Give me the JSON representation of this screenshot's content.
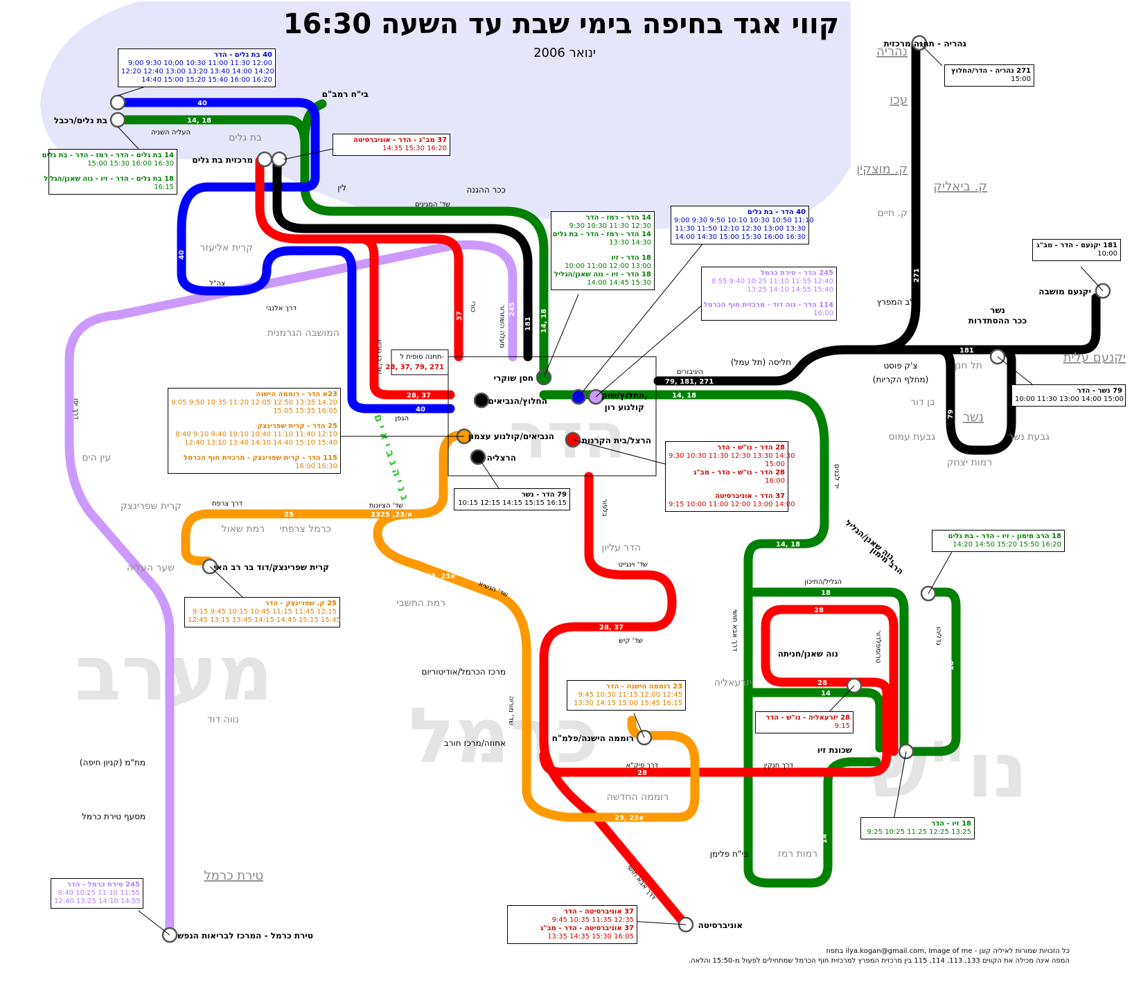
{
  "title": "קווי אגד בחיפה בימי שבת עד השעה 16:30",
  "subtitle": "ינואר 2006",
  "colors": {
    "line_40": "#0000ff",
    "line_14_18": "#008000",
    "line_28_37": "#ff0000",
    "line_black": "#000000",
    "line_245": "#cc99ff",
    "line_23_25": "#ff9900",
    "bay_bg": "#e6e6fa"
  },
  "districts": {
    "hadar": "הדר",
    "carmel": "כרמל",
    "maarav": "מערב",
    "neve_shaanan": "נו\"ש",
    "neviim_garden": "ג נ י  ה נ ב י א י ם"
  },
  "towns": [
    "נהריה",
    "עכו",
    "ק. מוצקין",
    "ק. ביאליק",
    "יקנעם עלית",
    "נשר",
    "טירת כרמל"
  ],
  "neighborhoods": [
    "בת גלים",
    "קרית אליעזר",
    "המושבה הגרמנית",
    "עין הים",
    "קרית שפרינצק",
    "רמת שאול",
    "כרמל צרפתי",
    "שער העליה",
    "רמת התשבי",
    "הדר עליון",
    "נווה דוד",
    "רוממה החדשה",
    "יזרעאליה",
    "רמות רמז",
    "ק. חיים",
    "תל חנן",
    "בן דור",
    "גבעת עמוס",
    "גבעת נשר",
    "רמות יצחק"
  ],
  "stations": {
    "bat_galim_rakal": "בת גלים/רכבל",
    "bat_galim_central": "מרכזית בת גלים",
    "rambam": "בי\"ח רמב\"ם",
    "lin": "לין",
    "kikar_hahagana": "ככר ההגנה",
    "hasan_shukri": "חסן שוקרי",
    "halutz_neviim": "החלוץ/הנביאים",
    "halutz_shuk": "החלוץ/שוק,",
    "kolnoa_ron": "קולנוע רון",
    "neviim_atzmon": "הנביאים/קולנוע עצמון",
    "herzl_keranot": "הרצל/בית הקרנות",
    "herzliya": "הרצליה",
    "terminal_note": "תחנה סופית ל-",
    "kiryat_sprinzak": "קרית שפרינצק/דוד בר רב האי",
    "merkaz_carmel": "מרכז הכרמל/אודיטוריום",
    "ahuza": "אחוזה/מרכז חורב",
    "romema": "רוממה הישנה/פלמ\"ח",
    "university": "אוניברסיטה",
    "nahariya_central": "נהריה - תחנה מרכזית",
    "lev_hamifratz": "לב המפרץ",
    "checkpost": "צ'ק פוסט",
    "checkpost_sub": "(מחלף הקריות)",
    "halisa": "חליסה (תל עמל)",
    "yokneam_moshava": "יקנעם מושבה",
    "nesher_kikar": "נשר",
    "nesher_kikar2": "ככר ההסתדרות",
    "neve_shaanan_hanita": "נוה שאנן/חניתה",
    "shkhunat_ziv": "שכונת זיו",
    "neve_shaanan_galil": "נוה שאנן/הגליל,",
    "harav_mimon": "הרב מימון",
    "fliman": "בי\"ח פלימן",
    "matam": "מת\"מ (קניון חיפה)",
    "tirat_carmel_junction": "מסעף טירת כרמל",
    "tirat_carmel_mental": "טירת כרמל - המרכז לבריאות הנפש"
  },
  "streets": [
    "העליה השניה",
    "שד' המגינים",
    "צה\"ל",
    "דרך אלנבי",
    "שד' בן גוריון",
    "כורי",
    "מעלה השחרור",
    "הגפן",
    "היגיבורים",
    "דרך צרפת",
    "שד' הציונות",
    "שד' הנשיא",
    "בלפור",
    "שד' וינגייט",
    "שד' קיש",
    "שד' מוריה",
    "דרך פיק\"א",
    "דרך חנקין",
    "דרך אבא חושי",
    "יד לבנים",
    "הגליל/התיכון",
    "טרומפלדור",
    "גדליהו",
    "דרך אבא חושי",
    "דרך יפו"
  ],
  "line_labels": {
    "l40": "40",
    "l14_18": "14, 18",
    "l28_37": "28, 37",
    "l37": "37",
    "l245": "245",
    "l25": "25",
    "l23_25": "23א/23, 25",
    "l23": "23, 23א",
    "l181": "181",
    "l271": "271",
    "l79": "79",
    "l18": "18",
    "l14": "14",
    "l28": "28",
    "l181_14_18": "14, 18",
    "black_lines": "79, 181, 271",
    "term_lines": "28, 37, 79, 271"
  },
  "timetables": {
    "t40_bg": {
      "head": "40 בת גלים - הדר",
      "rows": [
        "9:00 9:30 10:00 10:30 11:00 11:30 12:00",
        "12:20 12:40 13:00 13:20 13:40 14:00 14:20",
        "14:40 15:00 15:20 15:40 16:00 16:20"
      ]
    },
    "t14_18_bg": {
      "rows": [
        "14 בת גלים - הדר - רמז - הדר - בת גלים",
        "15:00 15:30 16:00 16:30",
        "",
        "18 בת גלים - הדר - זיו - נוה שאנן/הגליל",
        "16:15"
      ]
    },
    "t37a": {
      "rows": [
        "37 מב\"ג - הדר - אוניברסיטה",
        "14:35 15:30 16:20"
      ]
    },
    "t14_18_hasan": {
      "rows": [
        "14 הדר - רמז - הדר",
        "9:30 10:30 11:30 12:30",
        "14 הדר - רמז - הדר - בת גלים",
        "13:30 14:30",
        "",
        "18 הדר - זיו",
        "10:00 11:00 12:00 13:00",
        "18 הדר - זיו - נוה שאנן/הגליל",
        "14:00 14:45 15:30"
      ]
    },
    "t40_hadar": {
      "head": "40 הדר - בת גלים",
      "rows": [
        "9:00 9:30 9:50 10:10 10:30 10:50 11:10",
        "11:30 11:50 12:10 12:30 13:00 13:30",
        "14:00 14:30 15:00 15:30 16:00 16:30"
      ]
    },
    "t245_hadar": {
      "rows": [
        "245 הדר - טירת כרמל",
        "8:55 9:40 10:25 11:10 11:55 12:40",
        "13:25 14:10 14:55 15:40",
        "",
        "114 הדר - נוה דוד - מרכזית חוף הכרמל",
        "16:00"
      ]
    },
    "t23_25_115": {
      "rows": [
        "23א הדר - רוממה הישנה",
        "9:05 9:50 10:35 11:20 12:05 12:50 13:35 14:20",
        "15:05 15:35 16:05",
        "",
        "25 הדר - קרית שפרינצק",
        "8:40 9:10 9:40 10:10 10:40 11:10 11:40 12:10",
        "12:40 13:10 13:40 14:10 14:40 15:10 15:40",
        "",
        "115 הדר - קרית שפרינצק - מרכזית חוף הכרמל",
        "16:00 16:30"
      ]
    },
    "t79_hadar": {
      "rows": [
        "79 הדר - נשר",
        "10:15 12:15 14:15 15:15 16:15"
      ]
    },
    "t28_37_hadar": {
      "rows": [
        "28 הדר - נו\"ש - הדר",
        "9:30 10:30 11:30 12:30 13:30 14:30",
        "15:00",
        "28 הדר - נו\"ש - הדר - מב\"ג",
        "16:00",
        "",
        "37 הדר - אוניברסיטה",
        "9:15 10:00 11:00 12:00 13:00 14:00"
      ]
    },
    "t25_sprinzak": {
      "rows": [
        "25 ק. שפרינצק - הדר",
        "9:15 9:45 10:15 10:45 11:15 11:45 12:15",
        "12:45 13:15 13:45 14:15 14:45 15:15 15:45"
      ]
    },
    "t23_romema": {
      "rows": [
        "23 רוממה הישנה - הדר",
        "9:45 10:30 11:15 12:00 12:45",
        "13:30 14:15 15:00 15:45 16:15"
      ]
    },
    "t28_yizrealia": {
      "rows": [
        "28 יזרעאליה - נו\"ש - הדר",
        "9:15"
      ]
    },
    "t37_univ": {
      "rows": [
        "37 אוניברסיטה - הדר",
        "9:45 10:35 11:35 12:35",
        "37 אוניברסיטה - הדר - מב\"ג",
        "13:35 14:35 15:30 16:05"
      ]
    },
    "t245_tirat": {
      "rows": [
        "245 טירת כרמל - הדר",
        "9:40 10:25 11:10 11:55",
        "12:40 13:25 14:10 14:55"
      ]
    },
    "t271": {
      "rows": [
        "271 נהריה - הדר/החלוץ",
        "15:00"
      ]
    },
    "t181": {
      "rows": [
        "181 יקנעם - הדר - מב\"ג",
        "10:00"
      ]
    },
    "t79_nesher": {
      "rows": [
        "79 נשר - הדר",
        "10:00 11:30 13:00 14:00 15:00"
      ]
    },
    "t18_mimon": {
      "rows": [
        "18 הרב מימון - זיו - הדר - בת גלים",
        "14:20 14:50 15:20 15:50 16:20"
      ]
    },
    "t18_ziv": {
      "rows": [
        "18 זיו - הדר",
        "9:25 10:25 11:25 12:25 13:25"
      ]
    }
  },
  "credit": {
    "line1": "כל הזכויות שמורות לאיליה קוגן - ilya.kogan@gmail.com, Image of me בתפוז",
    "line2": "המפה אינה מכילה את הקווים 133, 113, 114, 115 בין מרכזית המפרץ למרכזית חוף הכרמל שמתחילים לפעול מ-15:50 והלאה."
  }
}
